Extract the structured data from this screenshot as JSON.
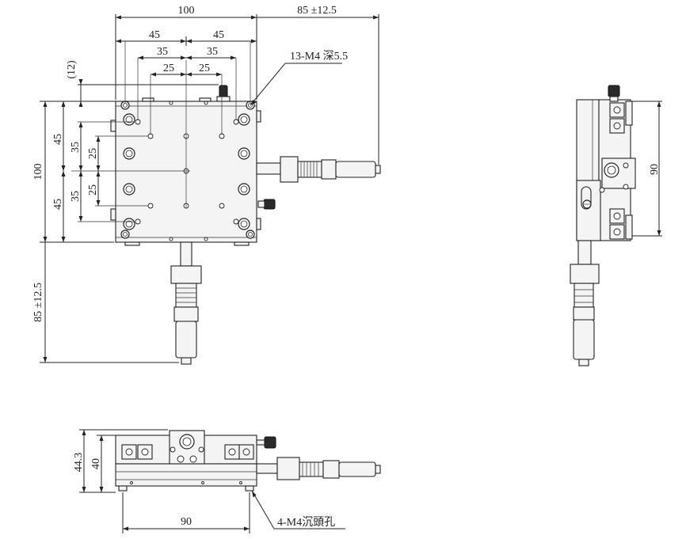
{
  "top_view": {
    "dim_width": "100",
    "dim_travel_x": "85 ±12.5",
    "dim_45_left": "45",
    "dim_45_right": "45",
    "dim_35_left": "35",
    "dim_35_right": "35",
    "dim_25_left": "25",
    "dim_25_right": "25",
    "dim_12": "(12)",
    "callout_tapped": "13-M4 深5.5",
    "dim_height": "100",
    "dim_v45_top": "45",
    "dim_v35_top": "35",
    "dim_v25_top": "25",
    "dim_v25_bottom": "25",
    "dim_v35_bottom": "35",
    "dim_v45_bottom": "45",
    "dim_travel_y": "85 ±12.5"
  },
  "side_view": {
    "dim_90": "90"
  },
  "front_view": {
    "dim_44_3": "44.3",
    "dim_40": "40",
    "dim_90": "90",
    "callout_counterbore": "4-M4沉頭孔"
  }
}
